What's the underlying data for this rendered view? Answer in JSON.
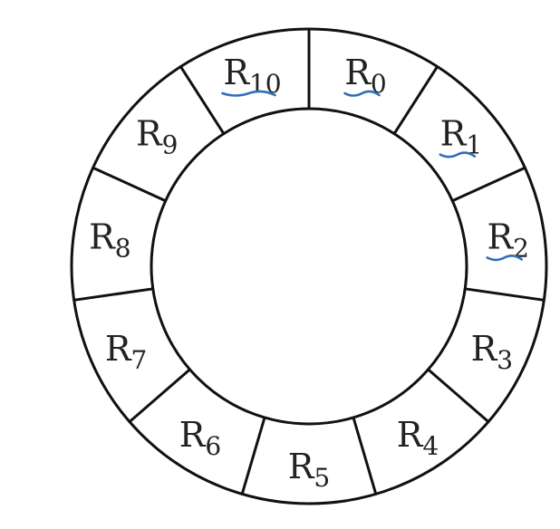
{
  "diagram": {
    "segments": [
      {
        "letter": "R",
        "sub": "0",
        "underlined": true
      },
      {
        "letter": "R",
        "sub": "1",
        "underlined": true
      },
      {
        "letter": "R",
        "sub": "2",
        "underlined": true
      },
      {
        "letter": "R",
        "sub": "3",
        "underlined": false
      },
      {
        "letter": "R",
        "sub": "4",
        "underlined": false
      },
      {
        "letter": "R",
        "sub": "5",
        "underlined": false
      },
      {
        "letter": "R",
        "sub": "6",
        "underlined": false
      },
      {
        "letter": "R",
        "sub": "7",
        "underlined": false
      },
      {
        "letter": "R",
        "sub": "8",
        "underlined": false
      },
      {
        "letter": "R",
        "sub": "9",
        "underlined": false
      },
      {
        "letter": "R",
        "sub": "10",
        "underlined": true
      }
    ],
    "colors": {
      "stroke": "#111111",
      "text": "#222222",
      "annotation": "#2f6fb8"
    }
  }
}
